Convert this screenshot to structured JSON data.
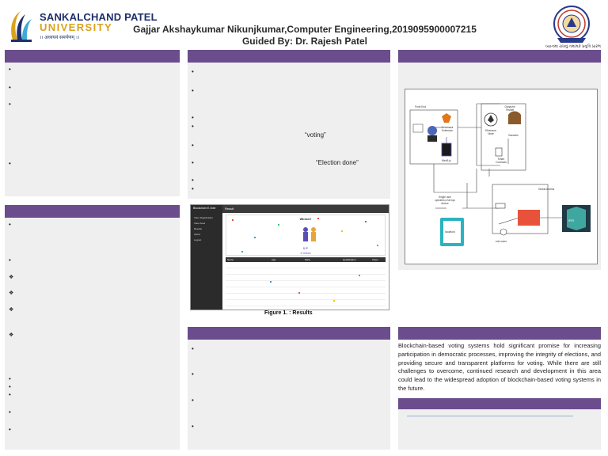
{
  "header": {
    "logo": {
      "name_line1": "SANKALCHAND PATEL",
      "name_line2": "UNIVERSITY",
      "tagline": "।। अध्ययनं समर्पणम् ।।"
    },
    "title_line1": "Gajjar Akshaykumar Nikunjkumar,Computer Engineering,2019095900007215",
    "title_line2": "Guided By: Dr. Rajesh Patel",
    "seal": {
      "tagline": "ધ્યાનમાં રાખવું તમામકે પ્રવૃત્તિ પ્રારંભ"
    }
  },
  "middle_column": {
    "quote_voting": "“voting”",
    "quote_election": "“Election      done”"
  },
  "figure": {
    "caption": "Figure 1. : Results",
    "app": {
      "brand": "Blockchain E-Vote",
      "topbar": "Result",
      "sidebar_items": [
        "Voter Registration",
        "Voter Area",
        "Results",
        "About",
        "Logout"
      ],
      "winner_label": "Winner!",
      "winner_party": "BJP",
      "winner_votes": "3 Votes",
      "table_headers": [
        "Name",
        "Age",
        "Party",
        "Qualification",
        "Votes"
      ]
    }
  },
  "diagram": {
    "labels": {
      "front": "Front End",
      "metamask": "Metamask Extension",
      "web3": "Web3.js",
      "ganache_top": "Ganache Testnet",
      "ganache": "Ganache",
      "ethereum": "Ethereum Node",
      "smart": "Smart Contracts",
      "global": "Global Access",
      "ipfs": "IPFS",
      "localhost": "localhost",
      "single": "Single user operates a full sys device",
      "user": "end users"
    }
  },
  "conclusion": {
    "text": "Blockchain-based voting systems hold significant promise for increasing participation in democratic processes, improving the integrity of elections, and providing secure and transparent platforms for voting. While there are still challenges to overcome, continued research and development in this area could lead to the widespread adoption of blockchain-based voting systems in the future."
  },
  "colors": {
    "section_bar": "#6b4c8c",
    "panel_bg": "#efefef",
    "logo_navy": "#1f2f6b",
    "logo_gold": "#d9a21b"
  }
}
